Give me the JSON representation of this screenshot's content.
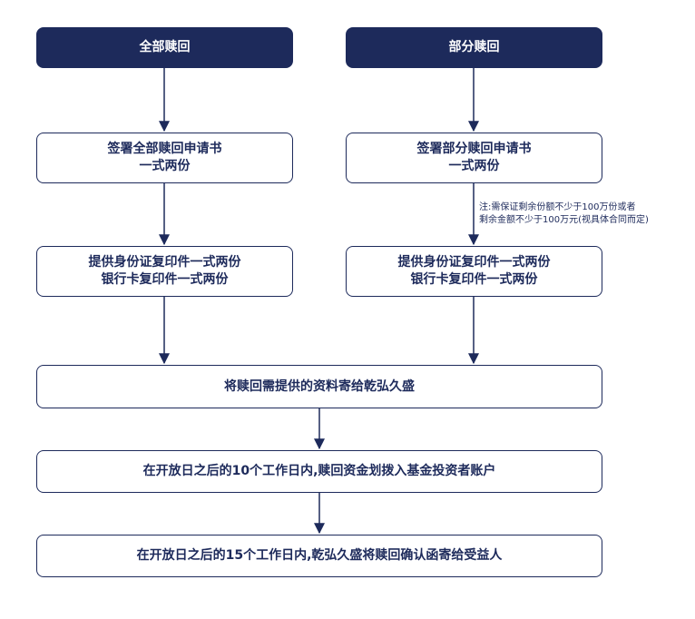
{
  "colors": {
    "primary": "#1d2a5b",
    "background": "#ffffff"
  },
  "nodes": {
    "full_redemption": "全部赎回",
    "partial_redemption": "部分赎回",
    "sign_full": [
      "签署全部赎回申请书",
      "一式两份"
    ],
    "sign_partial": [
      "签署部分赎回申请书",
      "一式两份"
    ],
    "copies_left": [
      "提供身份证复印件一式两份",
      "银行卡复印件一式两份"
    ],
    "copies_right": [
      "提供身份证复印件一式两份",
      "银行卡复印件一式两份"
    ],
    "send_docs": "将赎回需提供的资料寄给乾弘久盛",
    "transfer_funds": "在开放日之后的10个工作日内,赎回资金划拨入基金投资者账户",
    "confirm_letter": "在开放日之后的15个工作日内,乾弘久盛将赎回确认函寄给受益人"
  },
  "note": [
    "注:需保证剩余份额不少于100万份或者",
    "剩余金额不少于100万元(视具体合同而定)"
  ]
}
